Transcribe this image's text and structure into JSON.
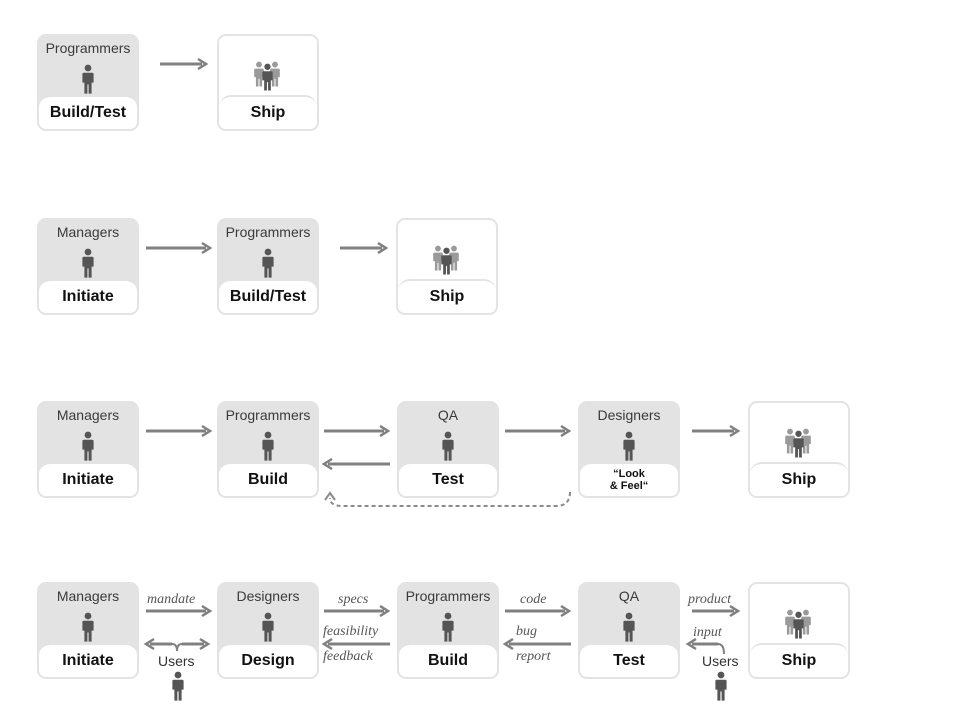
{
  "colors": {
    "box_fill": "#e3e3e3",
    "arrow": "#808080",
    "figure": "#555555",
    "crowd": "#6e6e6e"
  },
  "row1": {
    "programmers": {
      "role": "Programmers",
      "stage": "Build/Test"
    },
    "ship": {
      "stage": "Ship"
    }
  },
  "row2": {
    "managers": {
      "role": "Managers",
      "stage": "Initiate"
    },
    "programmers": {
      "role": "Programmers",
      "stage": "Build/Test"
    },
    "ship": {
      "stage": "Ship"
    }
  },
  "row3": {
    "managers": {
      "role": "Managers",
      "stage": "Initiate"
    },
    "programmers": {
      "role": "Programmers",
      "stage": "Build"
    },
    "qa": {
      "role": "QA",
      "stage": "Test"
    },
    "designers": {
      "role": "Designers",
      "stage": "“Look\n& Feel“"
    },
    "ship": {
      "stage": "Ship"
    }
  },
  "row4": {
    "managers": {
      "role": "Managers",
      "stage": "Initiate"
    },
    "designers": {
      "role": "Designers",
      "stage": "Design"
    },
    "programmers": {
      "role": "Programmers",
      "stage": "Build"
    },
    "qa": {
      "role": "QA",
      "stage": "Test"
    },
    "ship": {
      "stage": "Ship"
    },
    "labels": {
      "mandate": "mandate",
      "specs": "specs",
      "feasibility": "feasibility",
      "feedback": "feedback",
      "code": "code",
      "bug": "bug",
      "report": "report",
      "product": "product",
      "input": "input"
    },
    "users_left": "Users",
    "users_right": "Users"
  }
}
